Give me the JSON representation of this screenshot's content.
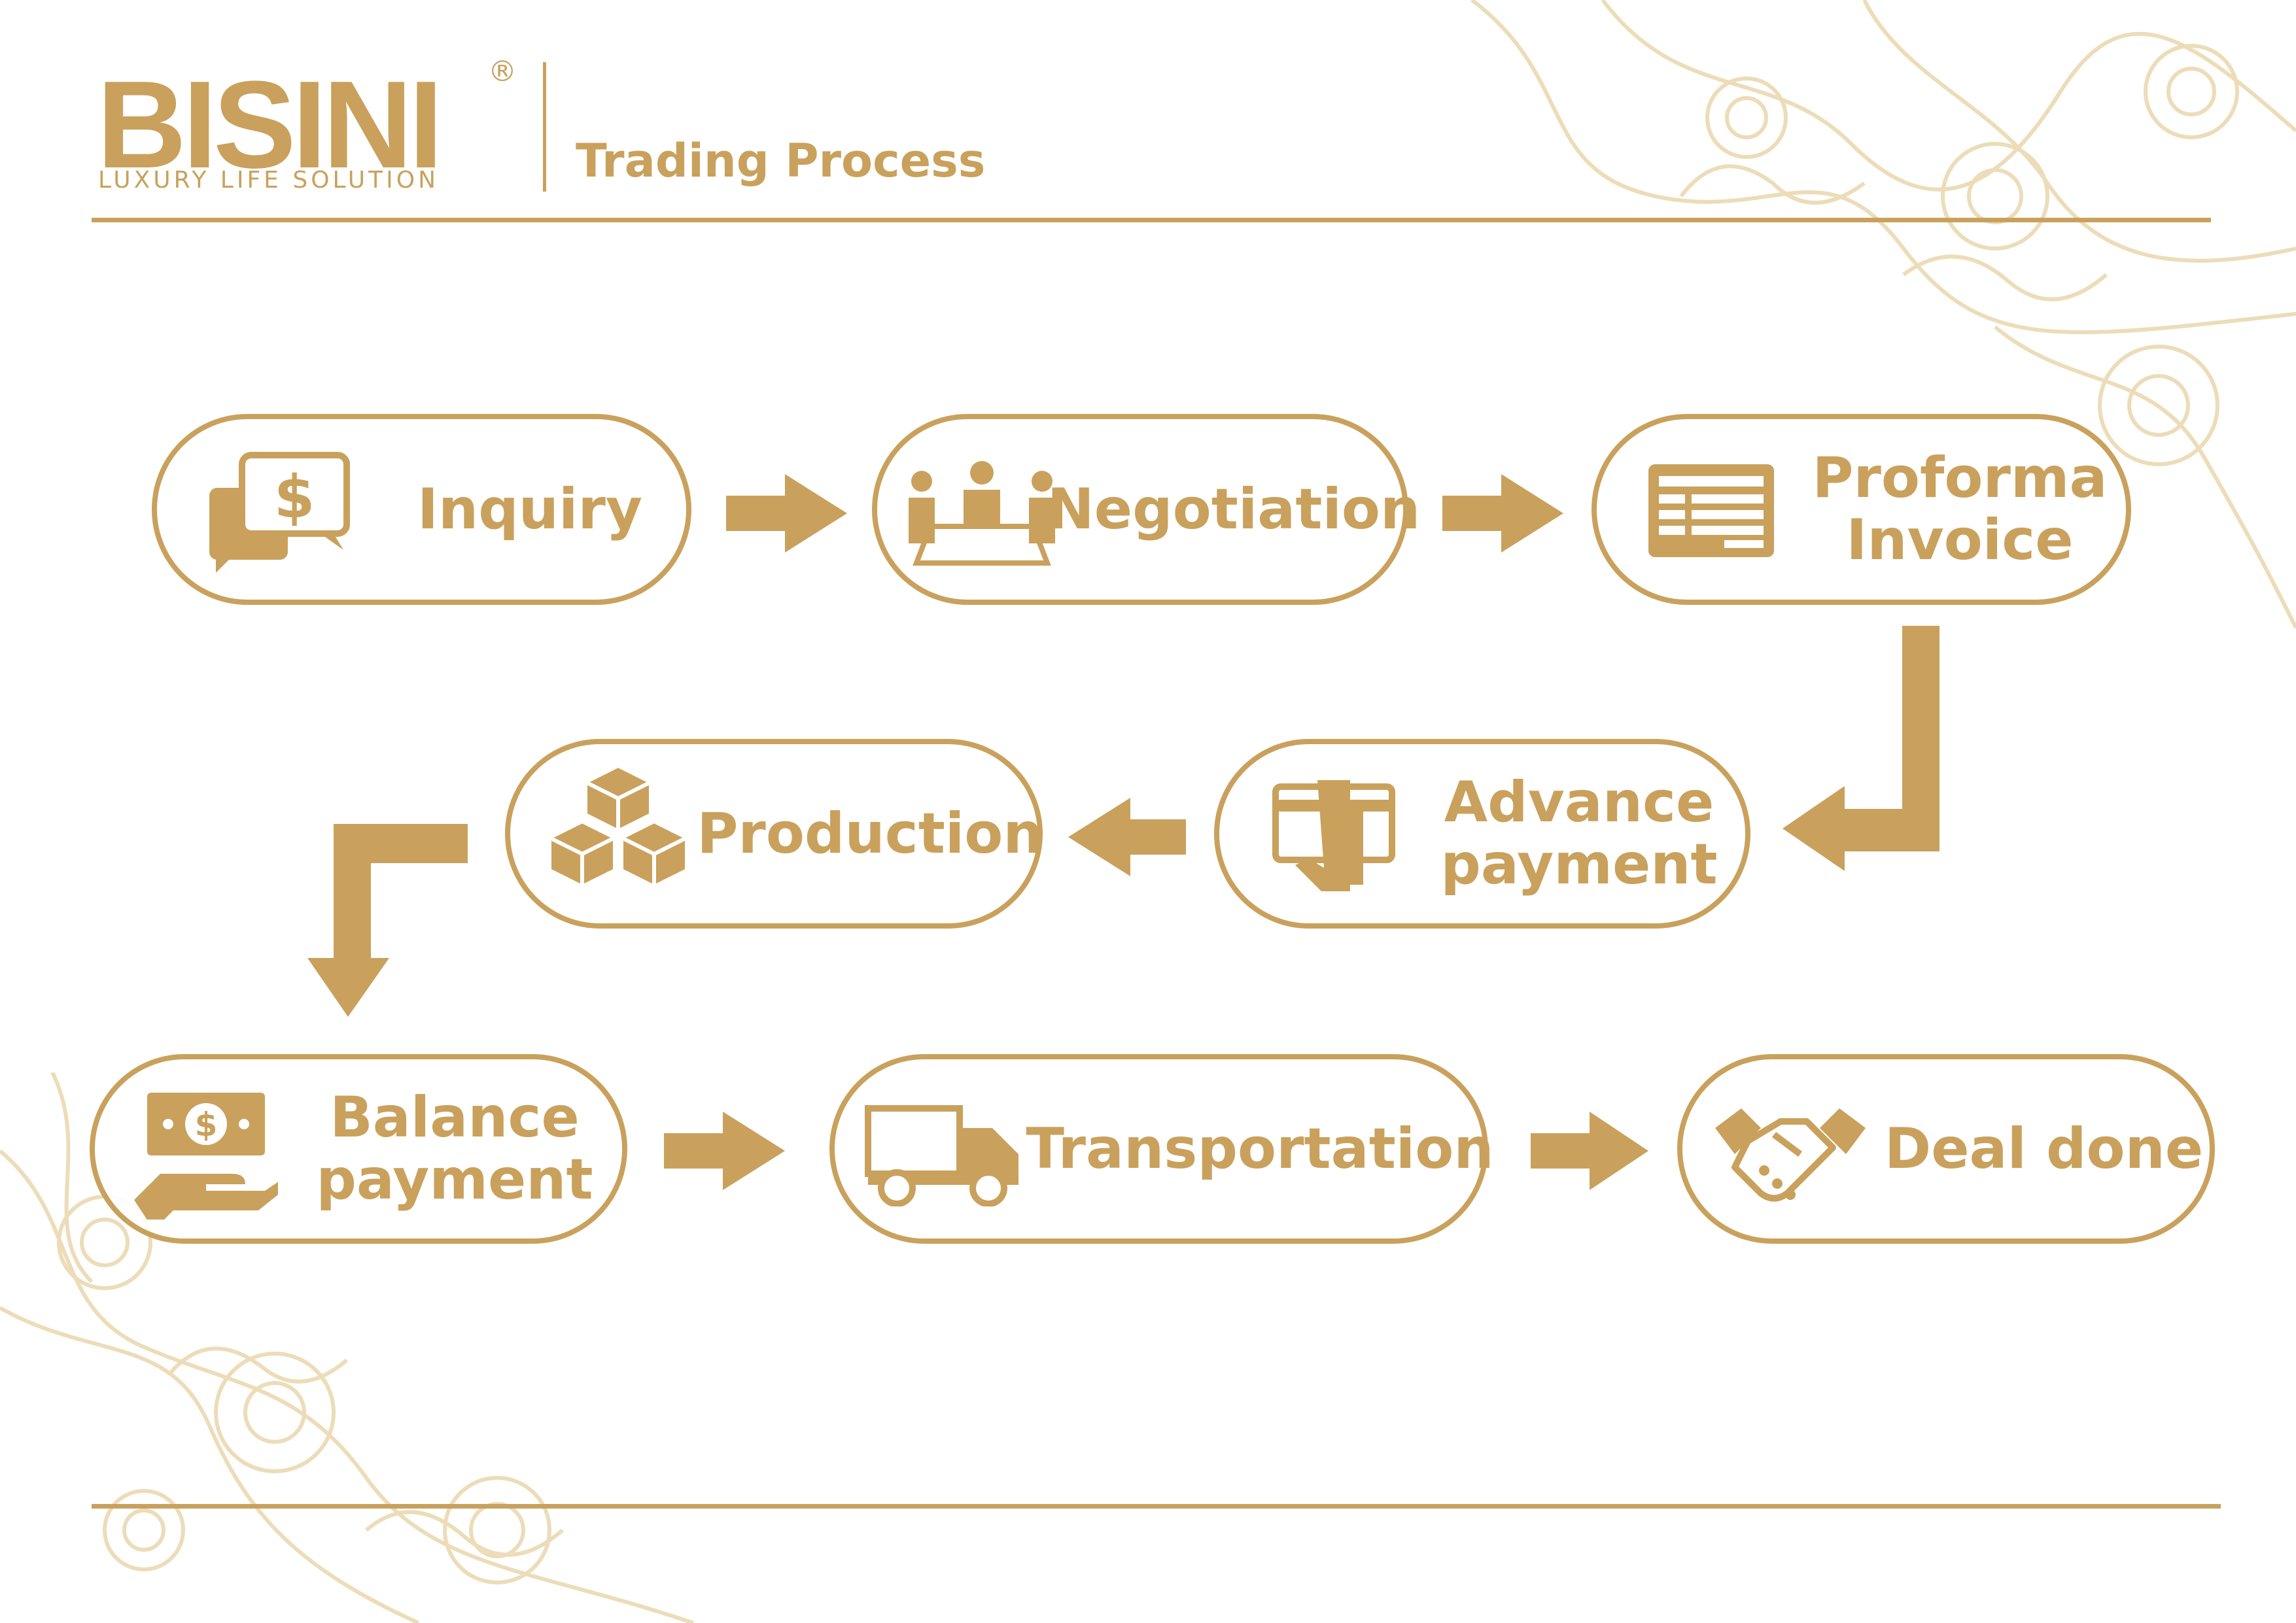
{
  "brand": {
    "name": "BISINI",
    "registered_mark": "®",
    "tagline": "LUXURY LIFE SOLUTION"
  },
  "page": {
    "title": "Trading Process"
  },
  "colors": {
    "gold": "#c9a15c",
    "background": "#ffffff"
  },
  "steps": [
    {
      "label": "Inquiry",
      "icon": "chat-dollar-icon"
    },
    {
      "label": "Negotiation",
      "icon": "meeting-icon"
    },
    {
      "label": "Proforma\nInvoice",
      "icon": "invoice-icon"
    },
    {
      "label": "Advance\npayment",
      "icon": "hand-card-icon"
    },
    {
      "label": "Production",
      "icon": "boxes-icon"
    },
    {
      "label": "Balance\npayment",
      "icon": "hand-money-icon"
    },
    {
      "label": "Transportation",
      "icon": "truck-icon"
    },
    {
      "label": "Deal done",
      "icon": "handshake-icon"
    }
  ]
}
